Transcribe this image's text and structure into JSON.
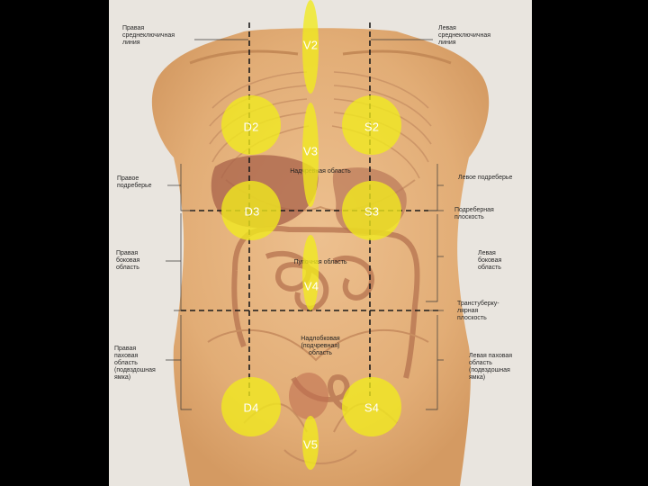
{
  "labels": {
    "right_midclavicular": "Правая\nсреднеключичная\nлиния",
    "left_midclavicular": "Левая\nсреднеключичная\nлиния",
    "right_hypochondrium": "Правое\nподреберье",
    "left_hypochondrium": "Левое подреберье",
    "subcostal_plane": "Подреберная\nплоскость",
    "right_lateral": "Правая\nбоковая\nобласть",
    "left_lateral": "Левая\nбоковая\nобласть",
    "transtubercular_plane": "Транстуберку-\nлярная\nплоскость",
    "right_inguinal": "Правая\nпаховая\nобласть\n(подвздошная\nямка)",
    "left_inguinal": "Левая паховая\nобласть\n(подвздошная\nямка)",
    "epigastric": "Надчревная область",
    "umbilical": "Пупочная область",
    "hypogastric": "Надлобковая\n(подчревная)\nобласть"
  },
  "markers": {
    "v2": "V2",
    "v3": "V3",
    "v4": "V4",
    "v5": "V5",
    "d2": "D2",
    "s2": "S2",
    "d3": "D3",
    "s3": "S3",
    "d4": "D4",
    "s4": "S4"
  },
  "colors": {
    "background": "#000000",
    "plate": "#e9e5df",
    "skin": "#e7b47e",
    "marker_fill": "#f1ea1e",
    "marker_text": "#ffffff",
    "dashed_line": "#1a1a1a"
  }
}
